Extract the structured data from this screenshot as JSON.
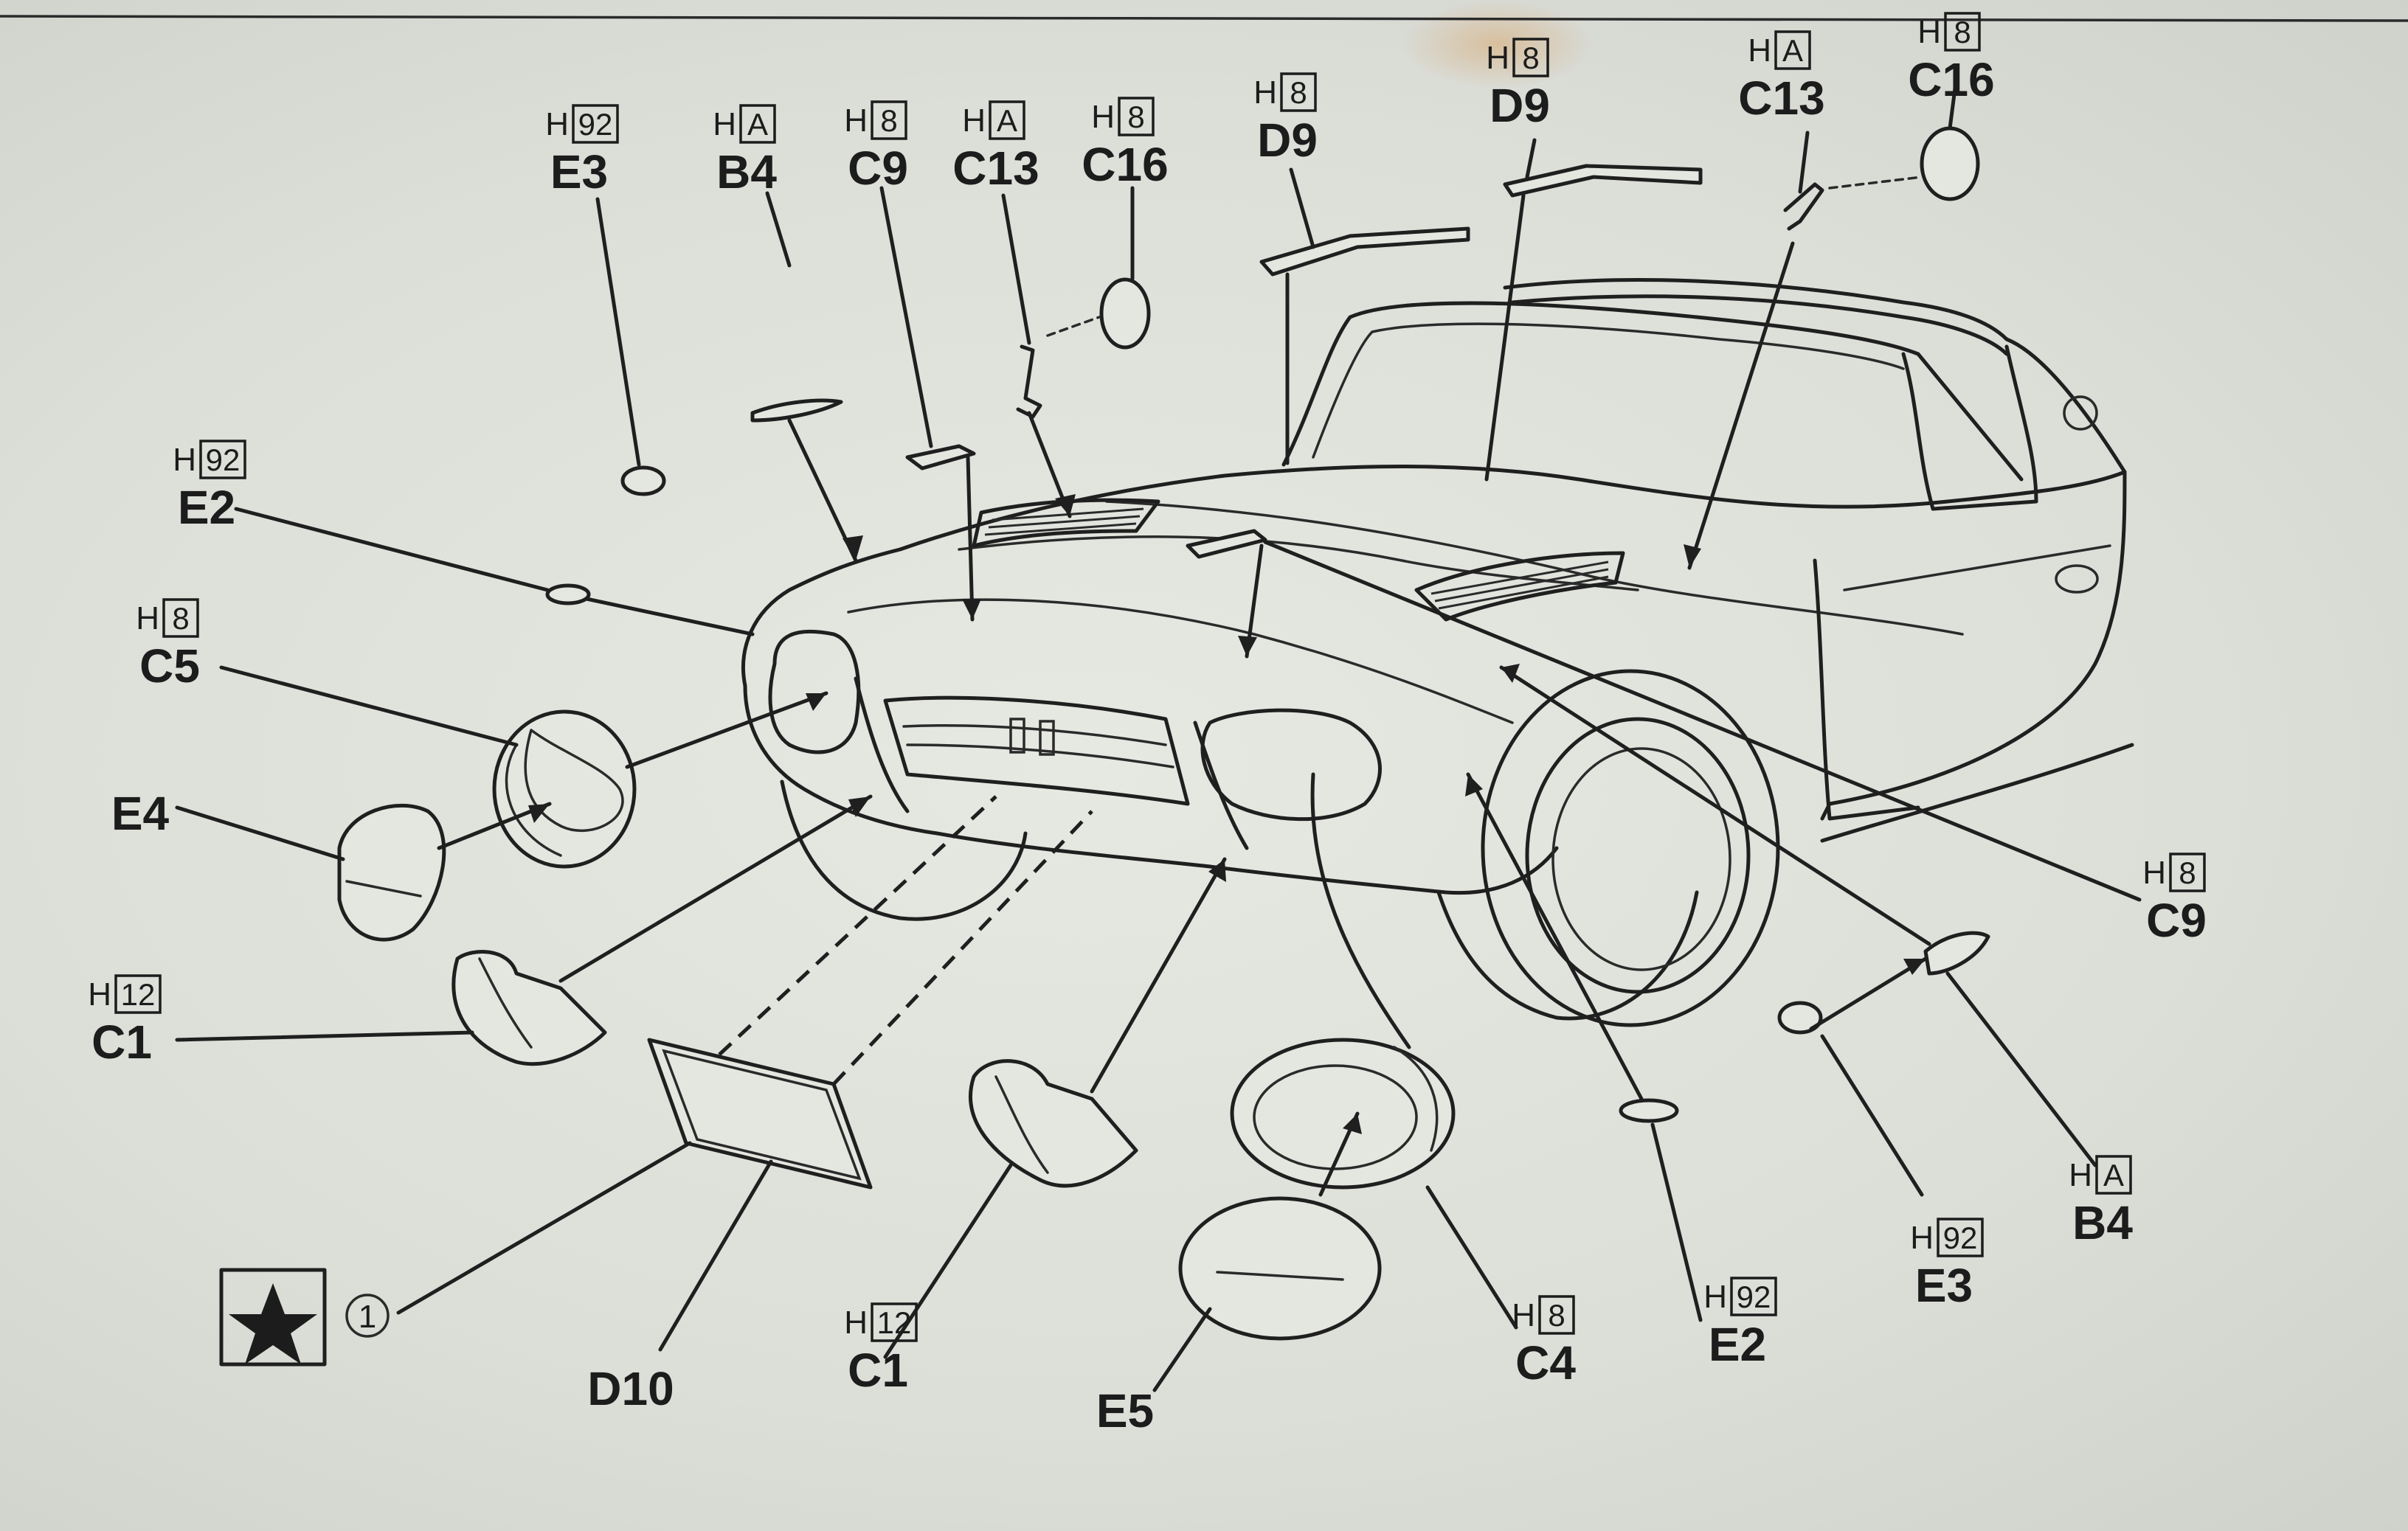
{
  "parts": [
    {
      "id": "E3-left",
      "code": "E3",
      "paint": "H",
      "color_code": "92"
    },
    {
      "id": "B4-left",
      "code": "B4",
      "paint": "H",
      "color_code": "A"
    },
    {
      "id": "C9-left",
      "code": "C9",
      "paint": "H",
      "color_code": "8"
    },
    {
      "id": "C13-left",
      "code": "C13",
      "paint": "H",
      "color_code": "A"
    },
    {
      "id": "C16-left",
      "code": "C16",
      "paint": "H",
      "color_code": "8"
    },
    {
      "id": "D9-left",
      "code": "D9",
      "paint": "H",
      "color_code": "8"
    },
    {
      "id": "D9-right",
      "code": "D9",
      "paint": "H",
      "color_code": "8"
    },
    {
      "id": "C13-right",
      "code": "C13",
      "paint": "H",
      "color_code": "A"
    },
    {
      "id": "C16-right",
      "code": "C16",
      "paint": "H",
      "color_code": "8"
    },
    {
      "id": "E2-left",
      "code": "E2",
      "paint": "H",
      "color_code": "92"
    },
    {
      "id": "C5",
      "code": "C5",
      "paint": "H",
      "color_code": "8"
    },
    {
      "id": "E4",
      "code": "E4",
      "paint": "",
      "color_code": ""
    },
    {
      "id": "C1-left",
      "code": "C1",
      "paint": "H",
      "color_code": "12"
    },
    {
      "id": "D10",
      "code": "D10",
      "paint": "",
      "color_code": ""
    },
    {
      "id": "C1-right",
      "code": "C1",
      "paint": "H",
      "color_code": "12"
    },
    {
      "id": "E5",
      "code": "E5",
      "paint": "",
      "color_code": ""
    },
    {
      "id": "C4",
      "code": "C4",
      "paint": "H",
      "color_code": "8"
    },
    {
      "id": "E2-right",
      "code": "E2",
      "paint": "H",
      "color_code": "92"
    },
    {
      "id": "E3-right",
      "code": "E3",
      "paint": "H",
      "color_code": "92"
    },
    {
      "id": "B4-right",
      "code": "B4",
      "paint": "H",
      "color_code": "A"
    },
    {
      "id": "C9-right",
      "code": "C9",
      "paint": "H",
      "color_code": "8"
    }
  ],
  "decal_note": {
    "number": "①"
  },
  "colors": {
    "ink": "#1c1c1c",
    "paper": "#e2e4de"
  }
}
